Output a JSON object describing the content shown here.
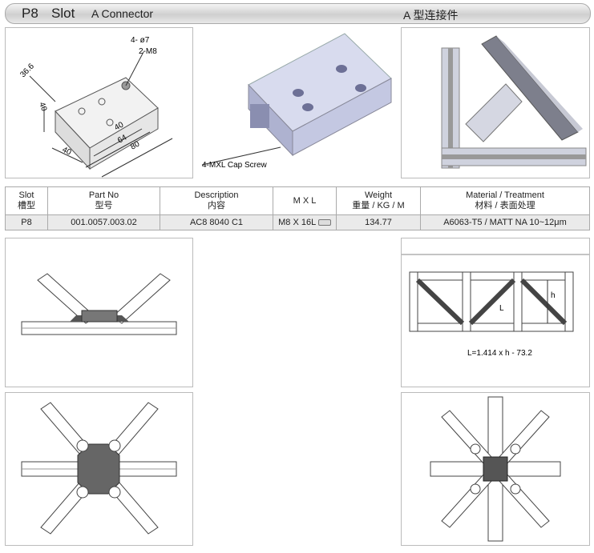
{
  "header": {
    "slot": "P8",
    "slot_word": "Slot",
    "title_en": "A Connector",
    "title_cn": "A 型连接件"
  },
  "drawing": {
    "hole_label": "4- ø7",
    "thread_label": "2-M8",
    "dims": [
      "36.6",
      "40",
      "40",
      "40",
      "64",
      "80"
    ],
    "screw_label": "4-MXL Cap Screw",
    "formula": "L=1.414 x h - 73.2",
    "h_label": "h",
    "l_label": "L"
  },
  "table": {
    "headers": [
      {
        "en": "Slot",
        "cn": "槽型"
      },
      {
        "en": "Part No",
        "cn": "型号"
      },
      {
        "en": "Description",
        "cn": "内容"
      },
      {
        "en": "M X L",
        "cn": ""
      },
      {
        "en": "Weight",
        "cn": "重量 / KG / M"
      },
      {
        "en": "Material / Treatment",
        "cn": "材料 / 表面处理"
      }
    ],
    "row": {
      "slot": "P8",
      "part_no": "001.0057.003.02",
      "description": "AC8 8040 C1",
      "mxl": "M8 X 16L",
      "weight": "134.77",
      "material": "A6063-T5 / MATT NA 10~12μm"
    }
  }
}
